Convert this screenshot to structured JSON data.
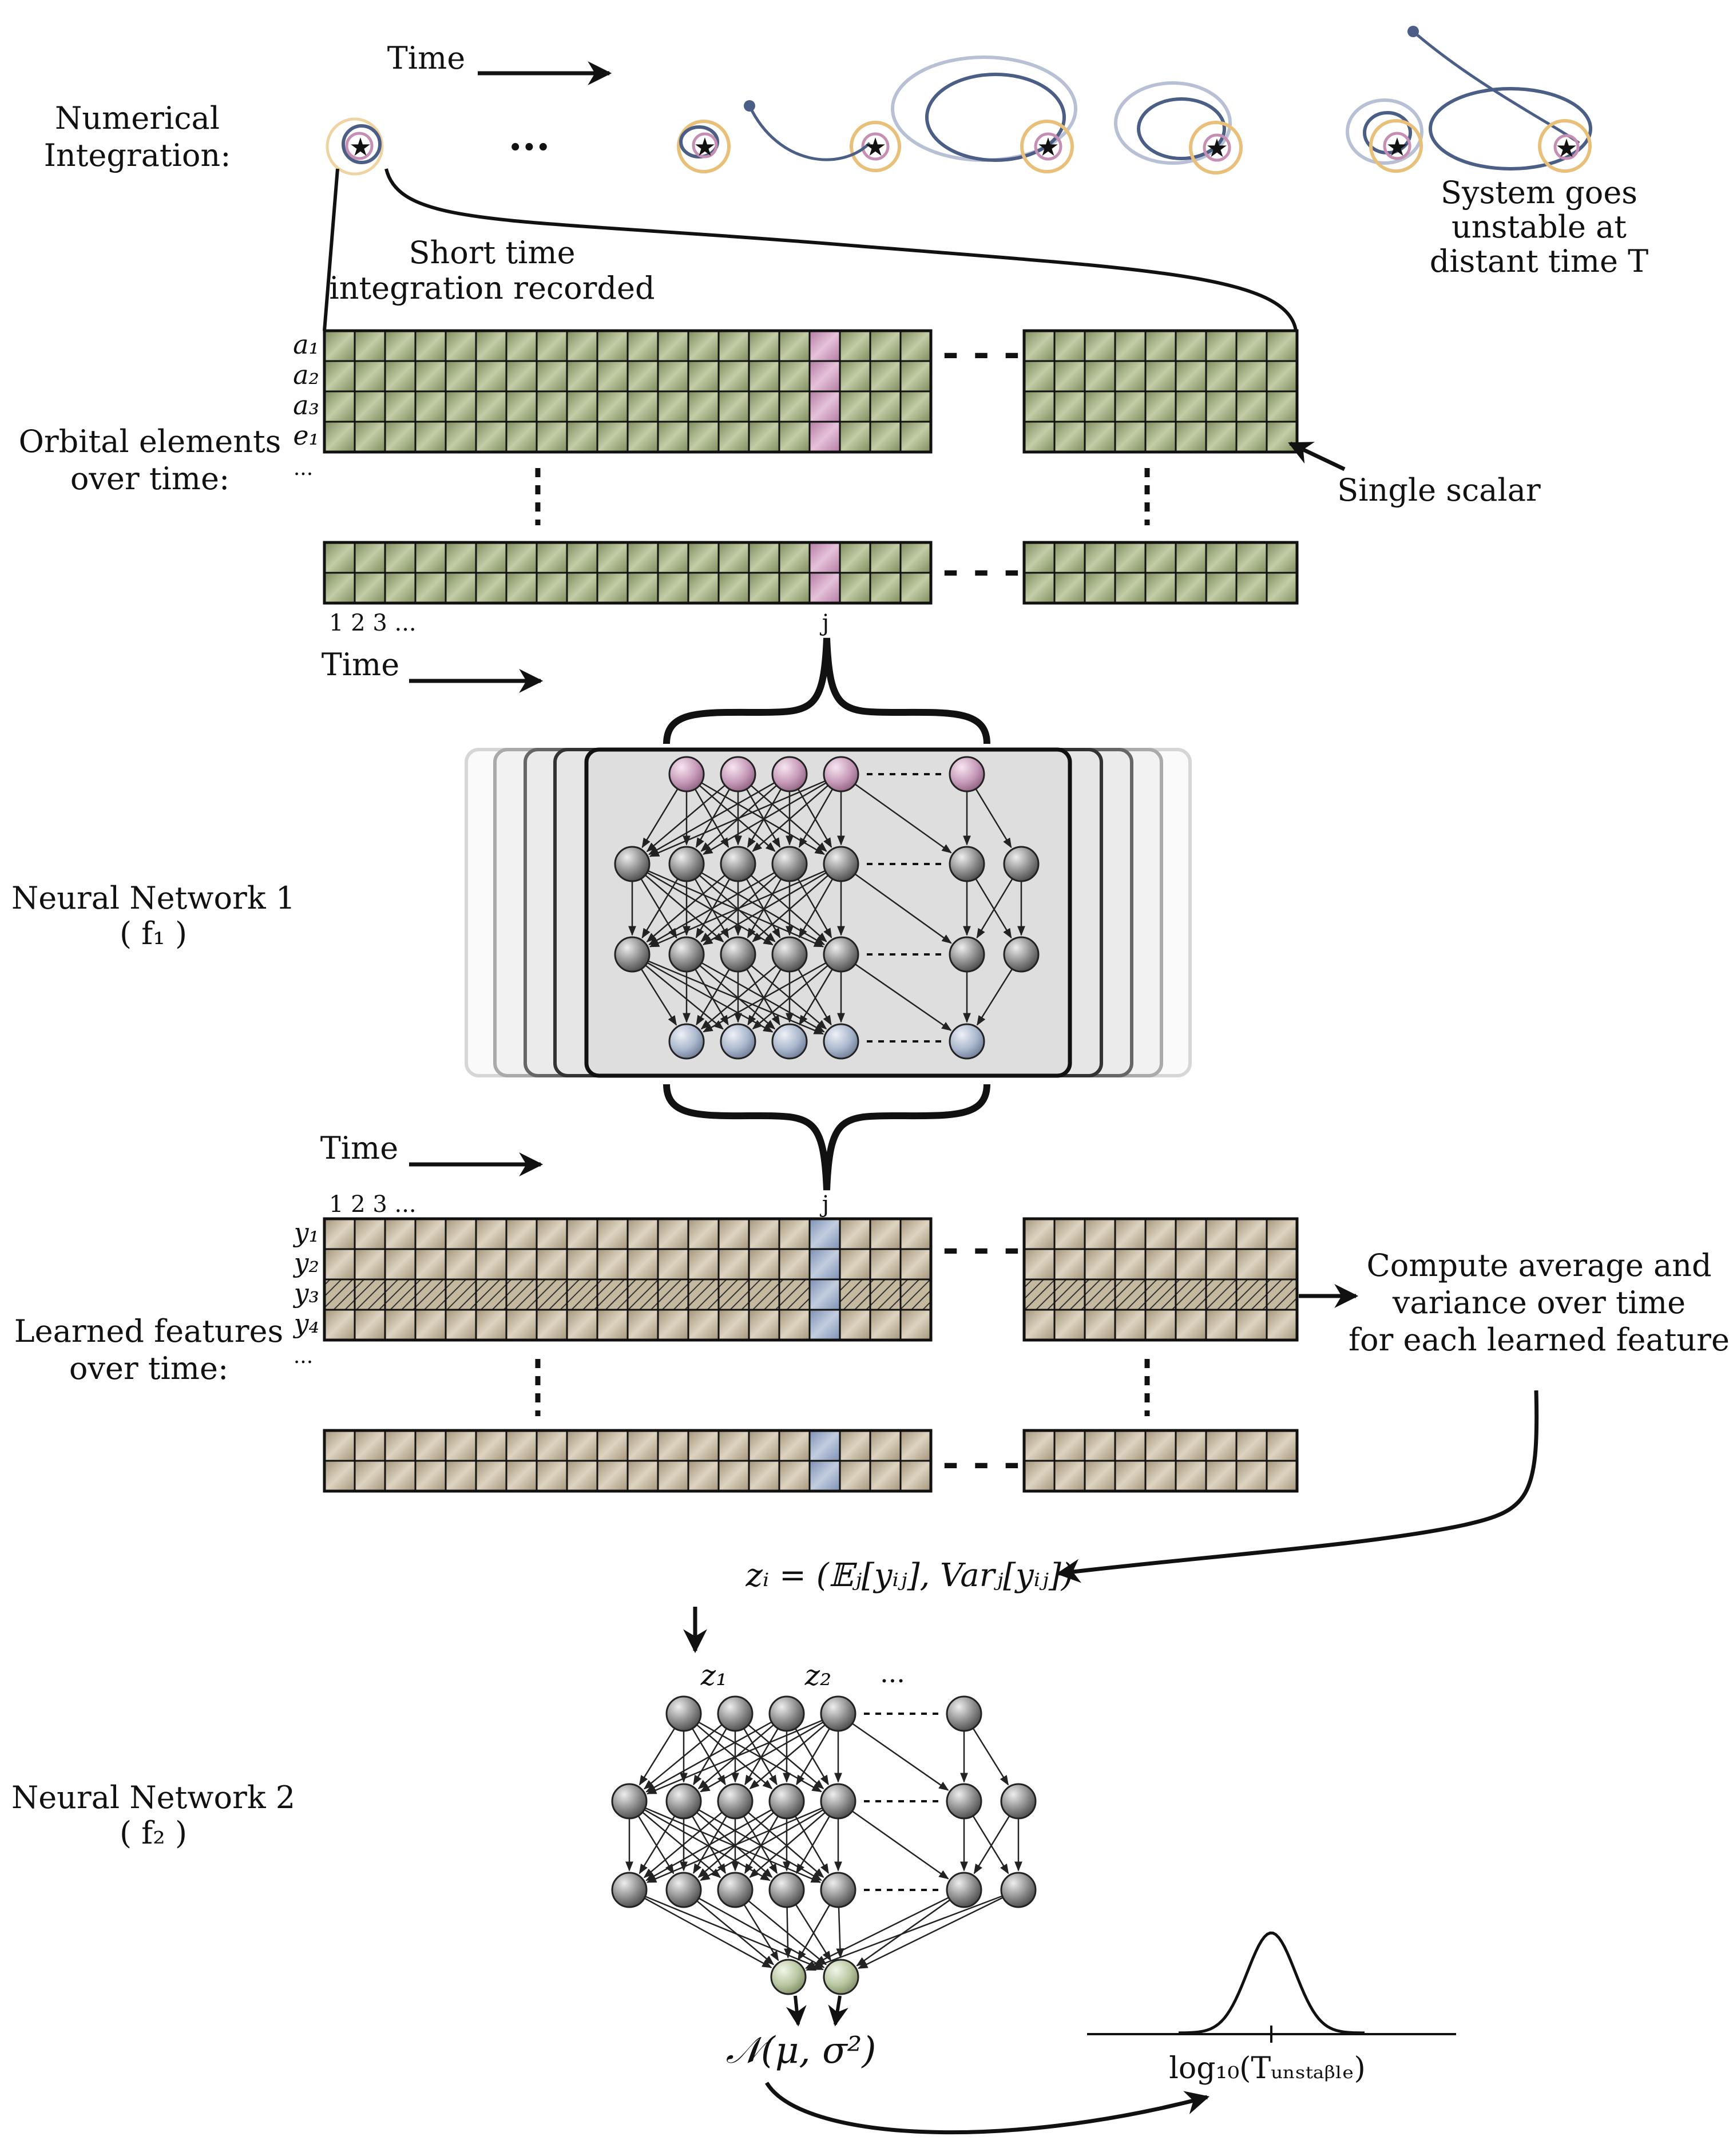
{
  "labels": {
    "numerical_integration_line1": "Numerical",
    "numerical_integration_line2": "Integration:",
    "time_top": "Time",
    "ellipsis_top": "...",
    "unstable_line1": "System goes",
    "unstable_line2": "unstable at",
    "unstable_line3": "distant time  T",
    "short_time_line1": "Short time",
    "short_time_line2": "integration recorded",
    "orbital_line1": "Orbital elements",
    "orbital_line2": "over time:",
    "orbital_rows": [
      "a₁",
      "a₂",
      "a₃",
      "e₁",
      "..."
    ],
    "single_scalar": "Single scalar",
    "time_indices": "1  2  3 ...",
    "j_label": "j",
    "time_mid1": "Time",
    "nn1_line1": "Neural Network 1",
    "nn1_line2": "( f₁ )",
    "time_mid2": "Time",
    "learned_line1": "Learned features",
    "learned_line2": "over time:",
    "feature_rows": [
      "y₁",
      "y₂",
      "y₃",
      "y₄",
      "..."
    ],
    "compute_line1": "Compute average and",
    "compute_line2": "variance over time",
    "compute_line3": "for each learned feature",
    "z_formula": "zᵢ = (𝔼ⱼ[yᵢⱼ], Varⱼ[yᵢⱼ])",
    "z1": "z₁",
    "z2": "z₂",
    "z_more": "...",
    "nn2_line1": "Neural Network 2",
    "nn2_line2": "( f₂ )",
    "normal_dist": "𝒩(μ, σ²)",
    "log_axis": "log₁₀(Tᵤₙₛₜₐᵦₗₑ)"
  },
  "colors": {
    "grid_green": "#8f9e6e",
    "grid_tan": "#b5a88e",
    "highlight_pink": "#c78eb4",
    "highlight_blue": "#8ea0c0",
    "node_pink": "#c69ab8",
    "node_gray": "#8a8a8a",
    "node_blue": "#a9b6cc",
    "node_green": "#b8c6a0",
    "orbit_blue": "#4a5e86",
    "orbit_yellow": "#e9c07a"
  }
}
